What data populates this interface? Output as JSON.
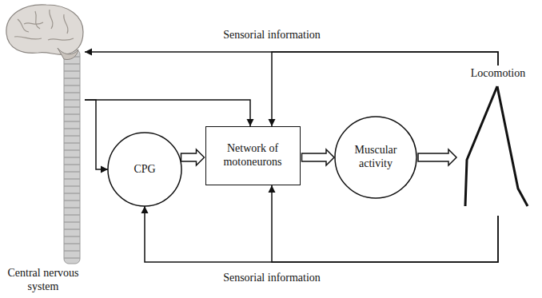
{
  "diagram": {
    "nodes": [
      {
        "text": [
          "Central nervous system"
        ]
      },
      {
        "text": [
          "CPG"
        ]
      },
      {
        "text": [
          "Network of motoneurons"
        ]
      },
      {
        "text": [
          "Muscular activity"
        ]
      },
      {
        "text": [
          "Locomotion"
        ]
      }
    ],
    "edges": [
      {
        "from": 4,
        "to": 0,
        "arrow": "to"
      },
      {
        "from": 4,
        "to": 2,
        "arrow": "to"
      },
      {
        "from": 0,
        "to": 2,
        "arrow": "to"
      },
      {
        "from": 0,
        "to": 1,
        "arrow": "to"
      },
      {
        "from": 1,
        "to": 2,
        "arrow": "to"
      },
      {
        "from": 2,
        "to": 3,
        "arrow": "to"
      },
      {
        "from": 3,
        "to": 4,
        "arrow": "to"
      },
      {
        "from": 4,
        "to": 1,
        "arrow": "to"
      },
      {
        "from": 4,
        "to": 2,
        "arrow": "to"
      }
    ],
    "labels": [
      "Sensorial information",
      "Sensorial information"
    ]
  }
}
